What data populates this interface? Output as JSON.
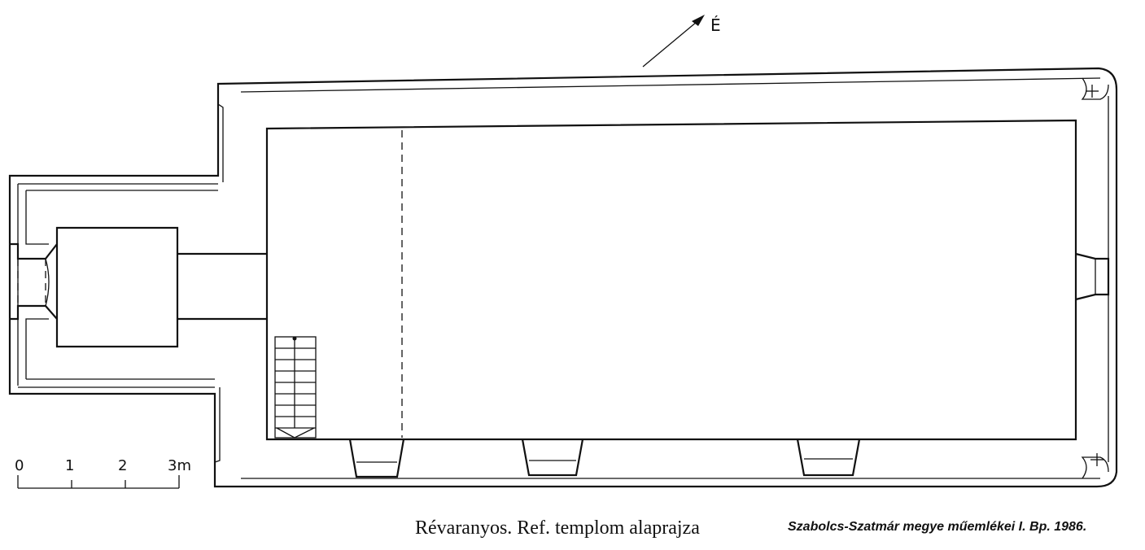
{
  "north_arrow": {
    "label": "É"
  },
  "scale_bar": {
    "ticks": [
      "0",
      "1",
      "2",
      "3m"
    ]
  },
  "caption": {
    "title": "Révaranyos. Ref. templom alaprajza",
    "source": "Szabolcs-Szatmár megye műemlékei I. Bp. 1986."
  },
  "colors": {
    "ink": "#111111",
    "paper": "#ffffff"
  }
}
